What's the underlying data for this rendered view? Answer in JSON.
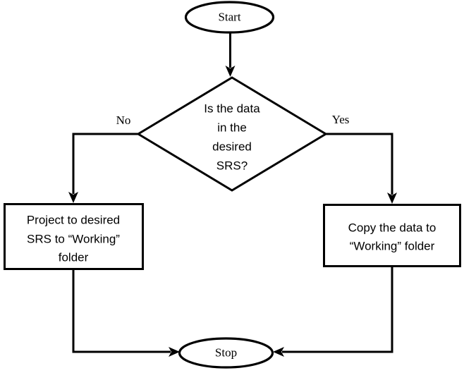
{
  "diagram": {
    "type": "flowchart",
    "background_color": "#ffffff",
    "line_color": "#000000",
    "nodes": {
      "start": {
        "shape": "ellipse",
        "label": "Start"
      },
      "decision": {
        "shape": "diamond",
        "lines": [
          "Is the data",
          "in the",
          "desired",
          "SRS?"
        ]
      },
      "process_left": {
        "shape": "rectangle",
        "lines": [
          "Project to desired",
          "SRS to “Working”",
          "folder"
        ]
      },
      "process_right": {
        "shape": "rectangle",
        "lines": [
          "Copy the data to",
          "“Working” folder"
        ]
      },
      "stop": {
        "shape": "ellipse",
        "label": "Stop"
      }
    },
    "edge_labels": {
      "no": "No",
      "yes": "Yes"
    }
  }
}
